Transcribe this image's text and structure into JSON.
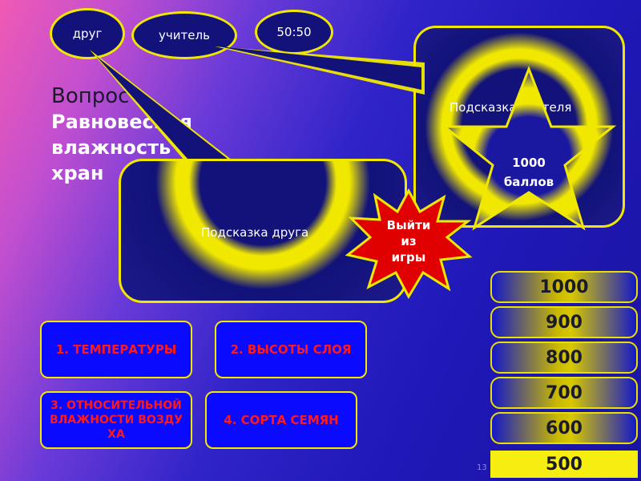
{
  "lifelines": {
    "friend_label": "друг",
    "teacher_label": "учитель",
    "fifty_label": "50:50"
  },
  "question": {
    "label": "Вопрос",
    "line1": "Равновесная",
    "line2": "влажность",
    "line3": "хран"
  },
  "friend_hint": {
    "caption": "Подсказка друга"
  },
  "teacher_hint": {
    "caption": "Подсказка учителя",
    "star_line1": "1000",
    "star_line2": "баллов"
  },
  "exit": {
    "line1": "Выйти",
    "line2": "из",
    "line3": "игры"
  },
  "answers": [
    {
      "text": "1. ТЕМПЕРАТУРЫ"
    },
    {
      "text": "2. ВЫСОТЫ СЛОЯ"
    },
    {
      "text": "3. ОТНОСИТЕЛЬНОЙ ВЛАЖНОСТИ ВОЗДУХА"
    },
    {
      "text": "4. СОРТА СЕМЯН"
    }
  ],
  "score_ladder": [
    "1000",
    "900",
    "800",
    "700",
    "600",
    "500"
  ],
  "current_score": "500",
  "page_number": "13",
  "colors": {
    "accent_yellow": "#f0e800",
    "answer_blue": "#0a0aff",
    "answer_text": "#ff1a1a",
    "exit_red": "#e00000",
    "dark_navy": "#12127a"
  }
}
